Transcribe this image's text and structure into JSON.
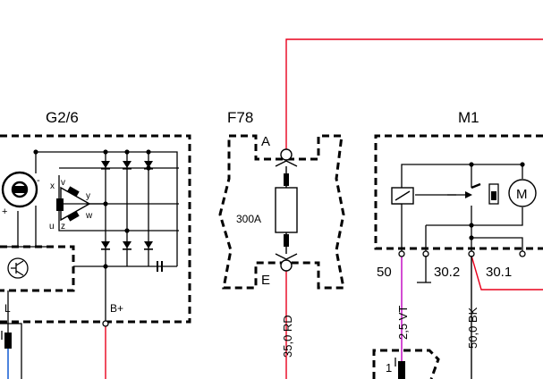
{
  "components": {
    "alternator": {
      "label": "G2/6",
      "terminals": {
        "b_plus": "B+",
        "l": "L"
      },
      "windings": [
        "x",
        "v",
        "y",
        "u",
        "z",
        "w"
      ],
      "regulator_plus": "+",
      "regulator_minus": "-"
    },
    "fuse": {
      "label": "F78",
      "rating": "300A",
      "terminal_top": "A",
      "terminal_bottom": "E"
    },
    "starter": {
      "label": "M1",
      "motor": "M",
      "terminals": {
        "t50": "50",
        "t30_2": "30.2",
        "t30_1": "30.1"
      }
    },
    "connector": {
      "pin": "1"
    }
  },
  "wires": {
    "fuse_to_alternator": "35,0 RD",
    "starter_50": "2,5 VT",
    "starter_30": "50,0 BK"
  },
  "colors": {
    "wire_red": "#e8001c",
    "wire_violet": "#c000c0",
    "wire_blue": "#0050d0",
    "line": "#000000"
  }
}
